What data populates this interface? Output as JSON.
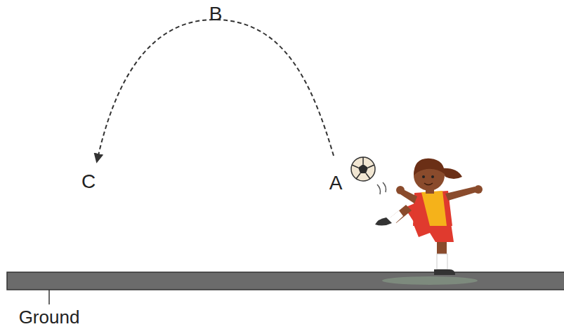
{
  "diagram": {
    "labels": [
      "B",
      "C",
      "A",
      "Ground"
    ]
  }
}
